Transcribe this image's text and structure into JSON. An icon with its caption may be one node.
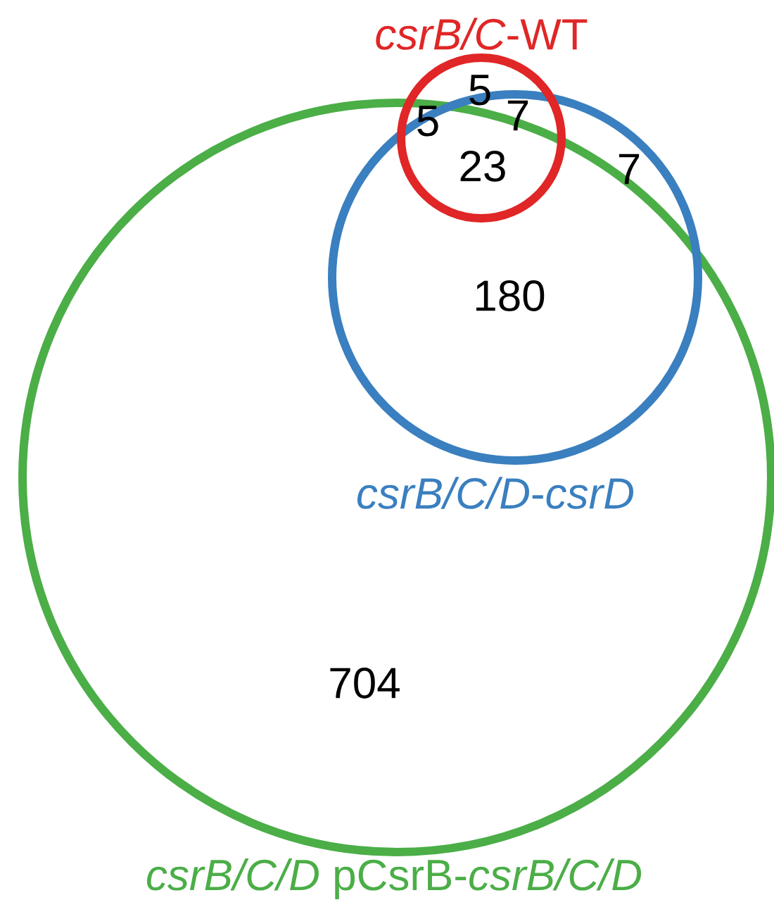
{
  "diagram": {
    "nodes": [
      {
        "text": [
          "*csrB/C/D* pCsrB-*csrB/C/D*"
        ]
      },
      {
        "text": [
          "*csrB/C/D*-*csrD*"
        ],
        "in": 0
      },
      {
        "text": [
          "*csrB/C*-WT"
        ]
      }
    ],
    "labels": [
      "5",
      "5",
      "7",
      "23",
      "7",
      "180",
      "704"
    ]
  }
}
